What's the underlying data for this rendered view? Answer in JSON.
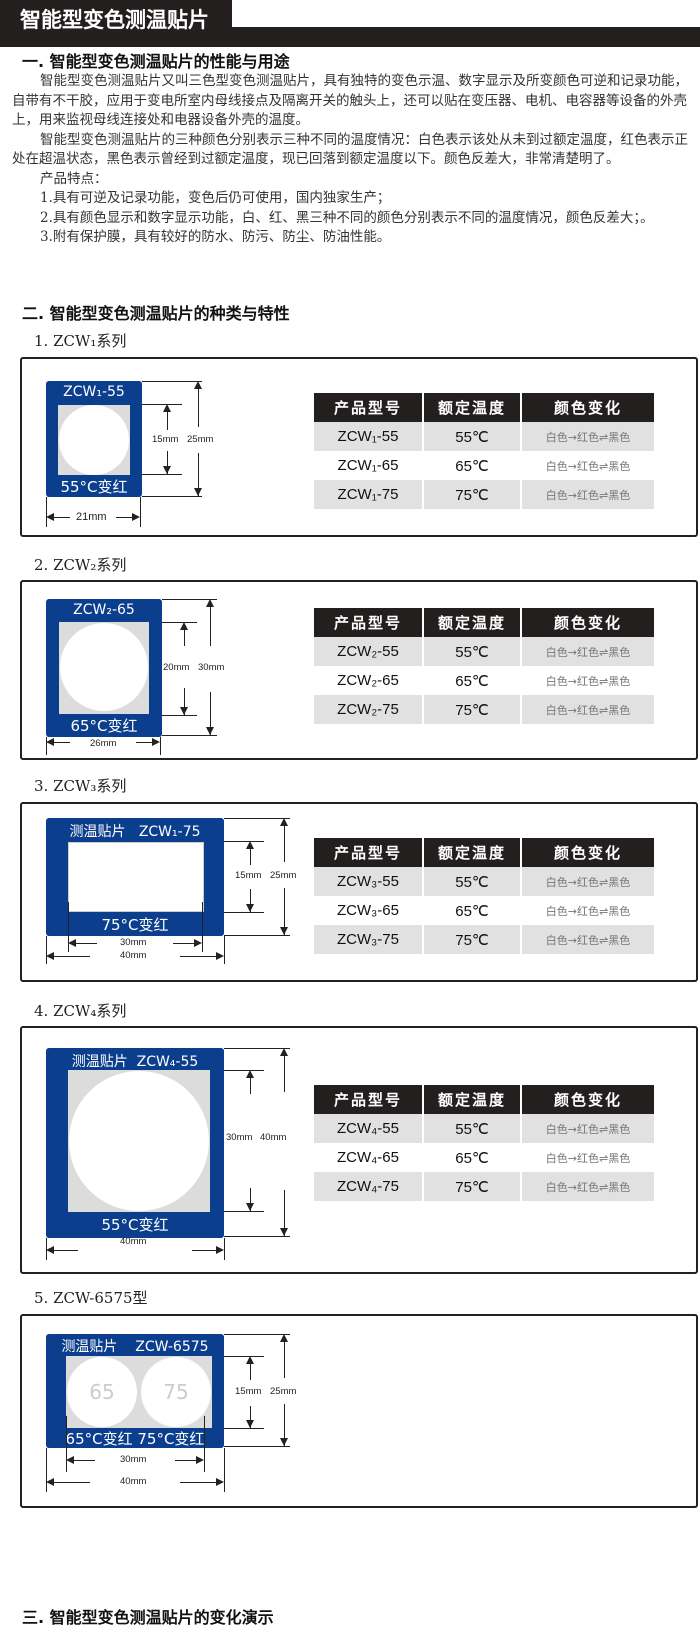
{
  "header": {
    "title": "智能型变色测温贴片"
  },
  "section1": {
    "title": "一. 智能型变色测温贴片的性能与用途",
    "para1": "智能型变色测温贴片又叫三色型变色测温贴片，具有独特的变色示温、数字显示及所变颜色可逆和记录功能，自带有不干胶，应用于变电所室内母线接点及隔离开关的触头上，还可以贴在变压器、电机、电容器等设备的外壳上，用来监视母线连接处和电器设备外壳的温度。",
    "para2": "智能型变色测温贴片的三种颜色分别表示三种不同的温度情况：白色表示该处从未到过额定温度，红色表示正处在超温状态，黑色表示曾经到过额定温度，现已回落到额定温度以下。颜色反差大，非常清楚明了。",
    "features_title": "产品特点：",
    "feature1": "1.具有可逆及记录功能，变色后仍可使用，国内独家生产；",
    "feature2": "2.具有颜色显示和数字显示功能，白、红、黑三种不同的颜色分别表示不同的温度情况，颜色反差大；。",
    "feature3": "3.附有保护膜，具有较好的防水、防污、防尘、防油性能。"
  },
  "section2": {
    "title": "二. 智能型变色测温贴片的种类与特性",
    "table_headers": [
      "产品型号",
      "额定温度",
      "颜色变化"
    ],
    "color_change": "白色→红色⇌黑色",
    "series": [
      {
        "title": "1. ZCW₁系列",
        "label_top": "ZCW₁-55",
        "label_bottom": "55°C变红",
        "dims": {
          "inner": "15mm",
          "outer": "25mm",
          "width": "21mm"
        },
        "rows": [
          {
            "model": "ZCW₁-55",
            "temp": "55℃"
          },
          {
            "model": "ZCW₁-65",
            "temp": "65℃"
          },
          {
            "model": "ZCW₁-75",
            "temp": "75℃"
          }
        ]
      },
      {
        "title": "2. ZCW₂系列",
        "label_top": "ZCW₂-65",
        "label_bottom": "65°C变红",
        "dims": {
          "inner": "20mm",
          "outer": "30mm",
          "width": "26mm"
        },
        "rows": [
          {
            "model": "ZCW₂-55",
            "temp": "55℃"
          },
          {
            "model": "ZCW₂-65",
            "temp": "65℃"
          },
          {
            "model": "ZCW₂-75",
            "temp": "75℃"
          }
        ]
      },
      {
        "title": "3. ZCW₃系列",
        "label_top": "测温贴片   ZCW₁-75",
        "label_bottom": "75°C变红",
        "dims": {
          "inner": "15mm",
          "outer": "25mm",
          "width_inner": "30mm",
          "width": "40mm"
        },
        "rows": [
          {
            "model": "ZCW₃-55",
            "temp": "55℃"
          },
          {
            "model": "ZCW₃-65",
            "temp": "65℃"
          },
          {
            "model": "ZCW₃-75",
            "temp": "75℃"
          }
        ]
      },
      {
        "title": "4. ZCW₄系列",
        "label_top": "测温贴片  ZCW₄-55",
        "label_bottom": "55°C变红",
        "dims": {
          "inner": "30mm",
          "outer": "40mm",
          "width": "40mm"
        },
        "rows": [
          {
            "model": "ZCW₄-55",
            "temp": "55℃"
          },
          {
            "model": "ZCW₄-65",
            "temp": "65℃"
          },
          {
            "model": "ZCW₄-75",
            "temp": "75℃"
          }
        ]
      },
      {
        "title": "5. ZCW-6575型",
        "label_top": "测温贴片    ZCW-6575",
        "label_bottom": "65°C变红 75°C变红",
        "circle1": "65",
        "circle2": "75",
        "dims": {
          "inner": "15mm",
          "outer": "25mm",
          "width_inner": "30mm",
          "width": "40mm"
        }
      }
    ]
  },
  "section3": {
    "title": "三. 智能型变色测温贴片的变化演示"
  }
}
